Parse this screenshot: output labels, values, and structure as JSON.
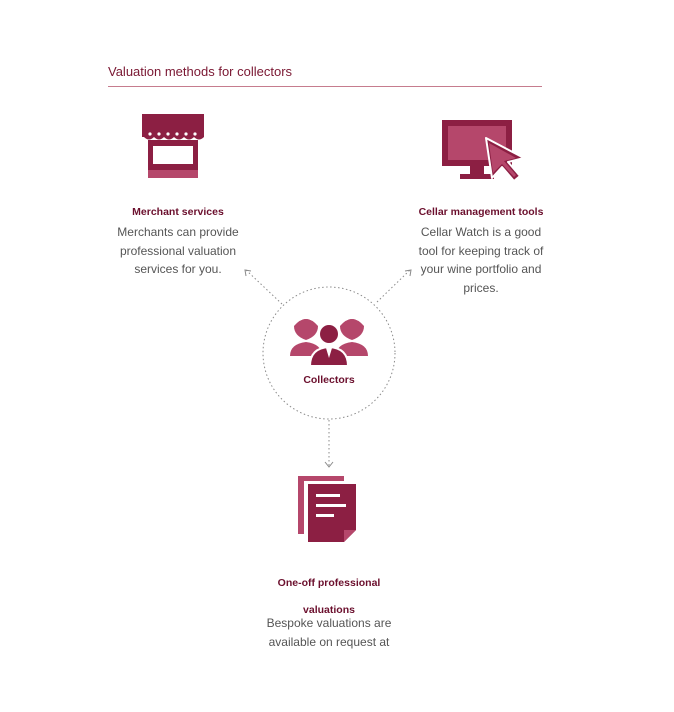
{
  "header": {
    "title": "Valuation methods for collectors"
  },
  "center": {
    "label": "Collectors",
    "icon": "people-group-icon"
  },
  "items": [
    {
      "key": "merchant",
      "icon": "shop-awning-icon",
      "heading": "Merchant services",
      "description": "Merchants can provide professional valuation services for you."
    },
    {
      "key": "cellar",
      "icon": "monitor-cursor-icon",
      "heading": "Cellar management tools",
      "description": "Cellar Watch is a good tool for keeping track of your wine portfolio and prices."
    },
    {
      "key": "professional",
      "icon": "documents-icon",
      "heading": "One-off professional valuations",
      "description": "Bespoke valuations are available on request at"
    }
  ],
  "colors": {
    "primary": "#8c1f43",
    "secondary": "#b5476b",
    "text": "#555555"
  }
}
